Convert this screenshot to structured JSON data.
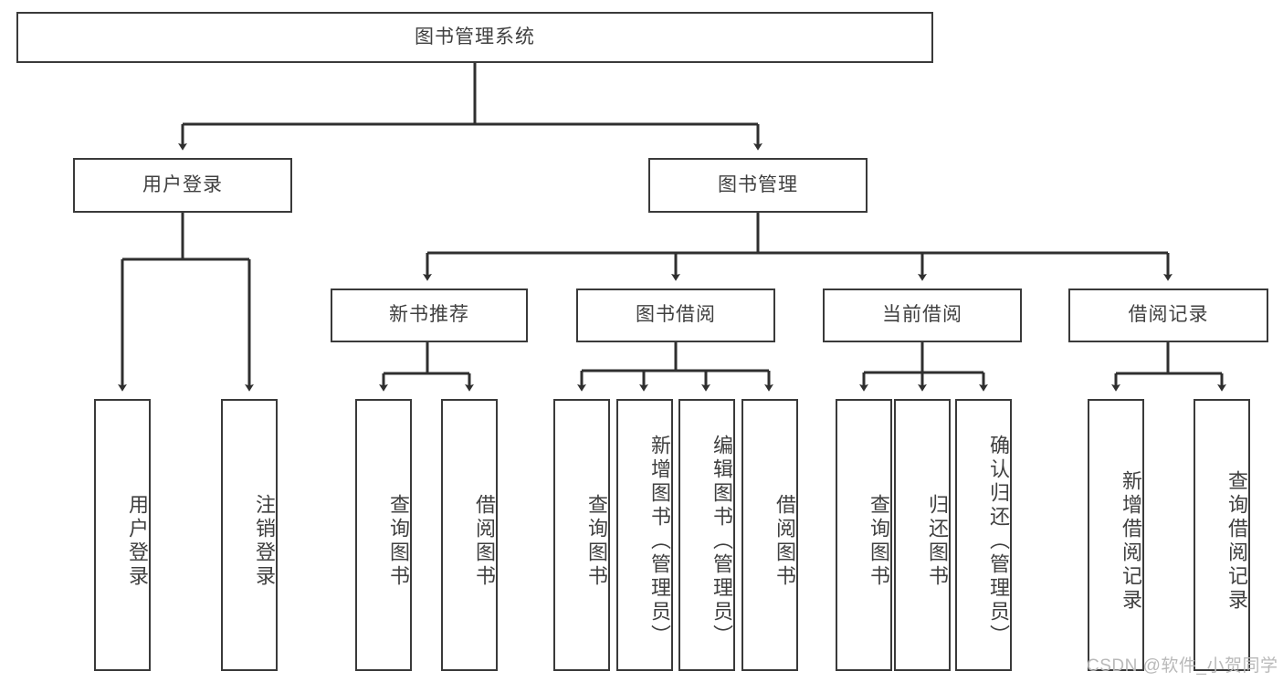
{
  "diagram": {
    "title": "图书管理系统",
    "type": "hierarchy-tree",
    "colors": {
      "box_border": "#3a3a3a",
      "box_fill": "#ffffff",
      "text": "#404040",
      "connector": "#2f2f2f",
      "watermark": "#b9b9b9"
    },
    "levels": {
      "root": {
        "label": "图书管理系统"
      },
      "level2": [
        {
          "label": "用户登录"
        },
        {
          "label": "图书管理"
        }
      ],
      "level3": [
        {
          "label": "新书推荐"
        },
        {
          "label": "图书借阅"
        },
        {
          "label": "当前借阅"
        },
        {
          "label": "借阅记录"
        }
      ],
      "leaves": [
        {
          "label": "用户登录",
          "parent": "用户登录"
        },
        {
          "label": "注销登录",
          "parent": "用户登录"
        },
        {
          "label": "查询图书",
          "parent": "新书推荐"
        },
        {
          "label": "借阅图书",
          "parent": "新书推荐"
        },
        {
          "label": "查询图书",
          "parent": "图书借阅"
        },
        {
          "label": "新增图书（管理员）",
          "parent": "图书借阅"
        },
        {
          "label": "编辑图书（管理员）",
          "parent": "图书借阅"
        },
        {
          "label": "借阅图书",
          "parent": "图书借阅"
        },
        {
          "label": "查询图书",
          "parent": "当前借阅"
        },
        {
          "label": "归还图书",
          "parent": "当前借阅"
        },
        {
          "label": "确认归还（管理员）",
          "parent": "当前借阅"
        },
        {
          "label": "新增借阅记录",
          "parent": "借阅记录"
        },
        {
          "label": "查询借阅记录",
          "parent": "借阅记录"
        }
      ]
    }
  },
  "watermark": {
    "text": "CSDN @软件_小贺同学"
  }
}
